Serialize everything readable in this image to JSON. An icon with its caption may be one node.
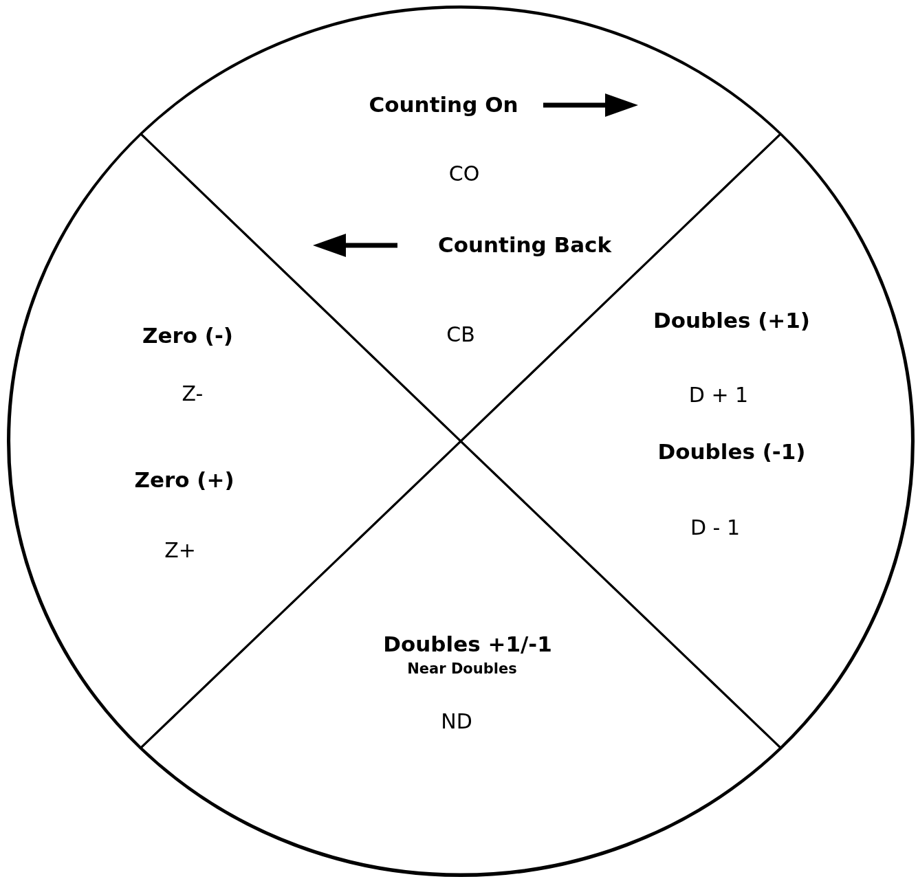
{
  "diagram": {
    "nodes": [
      {
        "text": [],
        "shape": "circle"
      },
      {
        "text": [
          "Counting On",
          "CO",
          "Counting Back",
          "CB"
        ],
        "in": 0
      },
      {
        "text": [
          "Zero (-)",
          "Z-",
          "Zero (+)",
          "Z+"
        ],
        "in": 0
      },
      {
        "text": [
          "Doubles (+1)",
          "D + 1",
          "Doubles (-1)",
          "D - 1"
        ],
        "in": 0
      },
      {
        "text": [
          "Doubles +1/-1",
          "Near Doubles",
          "ND"
        ],
        "in": 0
      }
    ]
  }
}
